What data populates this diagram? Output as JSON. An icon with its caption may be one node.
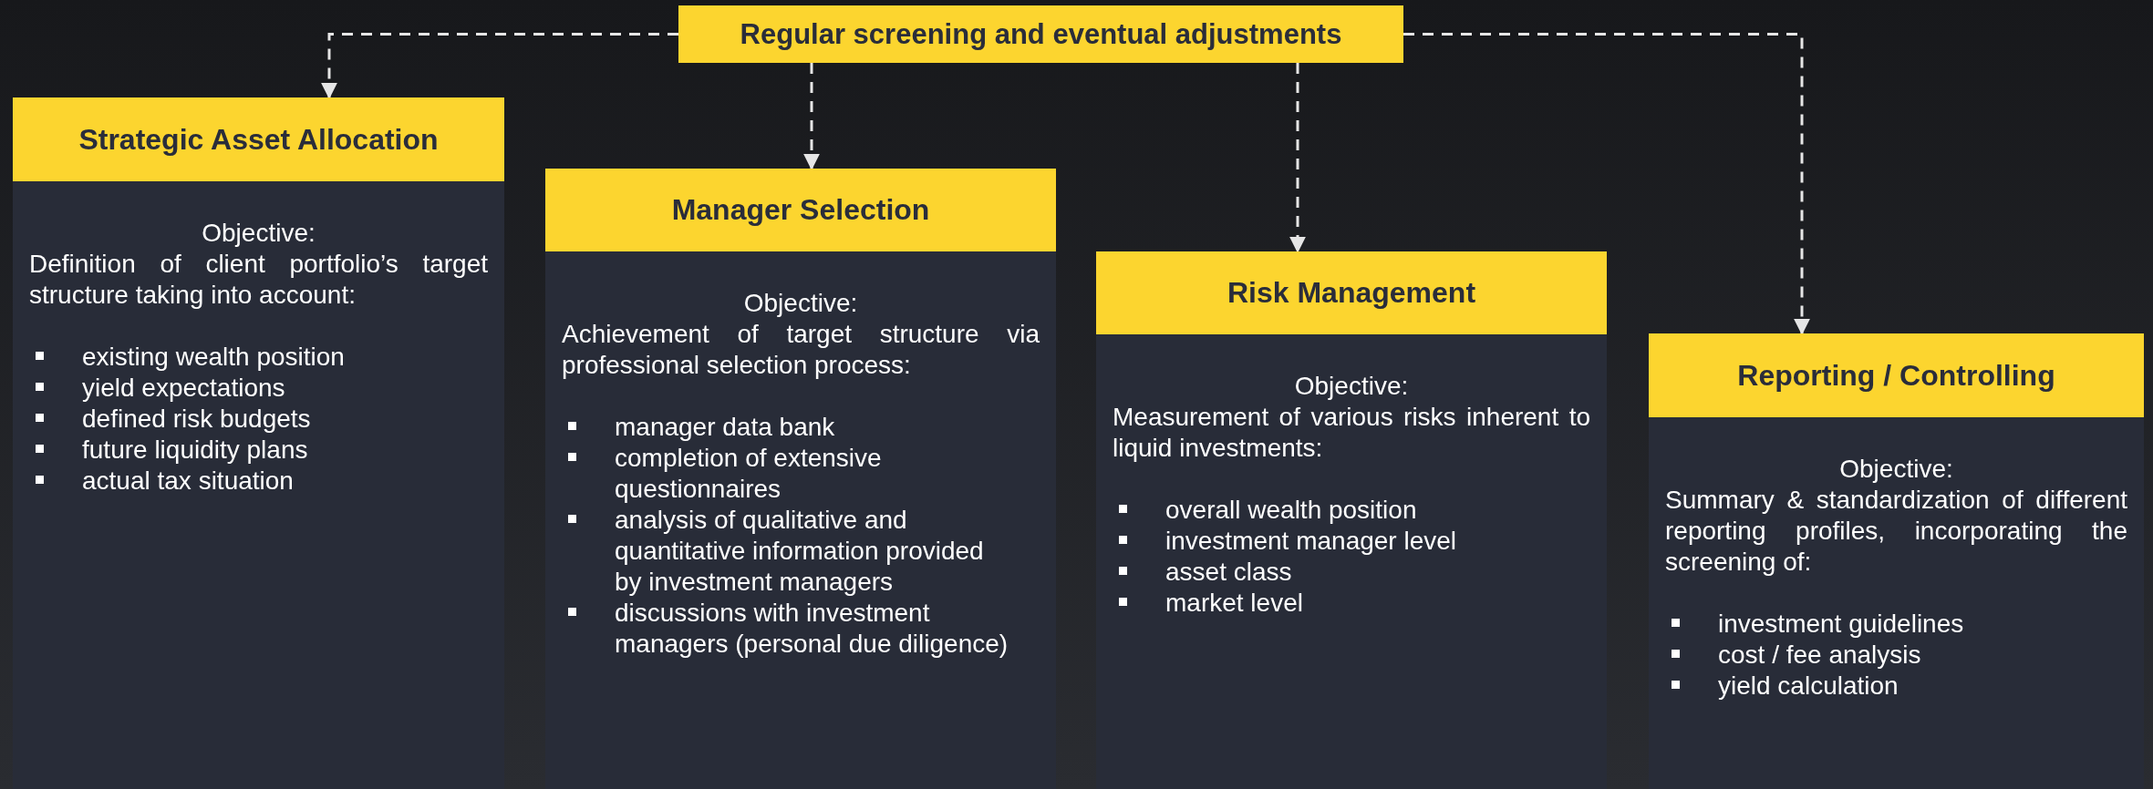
{
  "diagram": {
    "nodes": [
      {
        "text": [
          "Regular screening and eventual adjustments"
        ]
      },
      {
        "text": [
          "Strategic Asset Allocation",
          "Objective:",
          "Definition of client portfolio’s target structure taking into account:",
          "existing wealth position",
          "yield expectations",
          "defined risk budgets",
          "future liquidity plans",
          "actual tax situation"
        ]
      },
      {
        "text": [
          "Manager Selection",
          "Objective:",
          "Achievement of target structure via professional selection process:",
          "manager data bank",
          "completion of extensive questionnaires",
          "analysis of qualitative and quantitative information provided by investment managers",
          "discussions with investment managers (personal due diligence)"
        ]
      },
      {
        "text": [
          "Risk Management",
          "Objective:",
          "Measurement of various risks inherent to liquid investments:",
          "overall wealth position",
          "investment manager level",
          "asset class",
          "market level"
        ]
      },
      {
        "text": [
          "Reporting / Controlling",
          "Objective:",
          "Summary & standardization of different reporting profiles, incorporating the screening of:",
          "investment guidelines",
          "cost / fee analysis",
          "yield calculation"
        ]
      }
    ],
    "edges": [
      {
        "from": 0,
        "to": 1,
        "arrow": "to",
        "style": "dashed"
      },
      {
        "from": 0,
        "to": 2,
        "arrow": "to",
        "style": "dashed"
      },
      {
        "from": 0,
        "to": 3,
        "arrow": "to",
        "style": "dashed"
      },
      {
        "from": 0,
        "to": 4,
        "arrow": "to",
        "style": "dashed"
      }
    ]
  }
}
